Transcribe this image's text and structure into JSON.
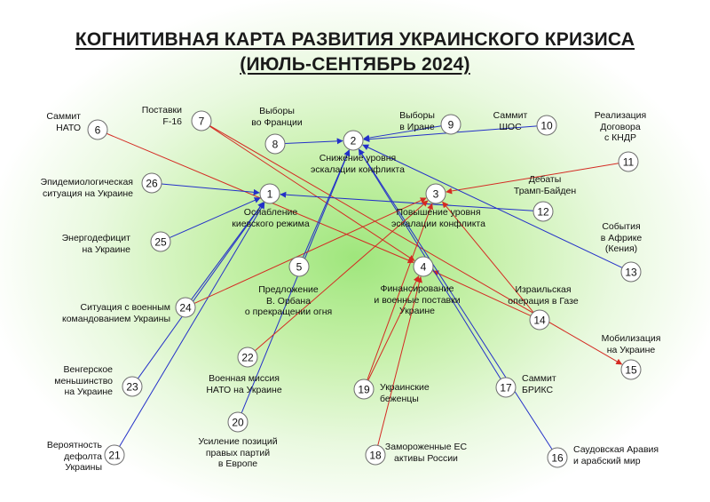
{
  "title": {
    "line1": "КОГНИТИВНАЯ КАРТА РАЗВИТИЯ УКРАИНСКОГО КРИЗИСА",
    "line2": "(ИЮЛЬ-СЕНТЯБРЬ 2024)"
  },
  "colors": {
    "blue": "#2330c8",
    "red": "#d42a22",
    "node_stroke": "#6e6e6e"
  },
  "nodes": [
    {
      "id": "1",
      "label": [
        "Ослабление",
        "киевского режима"
      ]
    },
    {
      "id": "2",
      "label": [
        "Снижение уровня",
        "эскалации конфликта"
      ]
    },
    {
      "id": "3",
      "label": [
        "Повышение уровня",
        "эскалации конфликта"
      ]
    },
    {
      "id": "4",
      "label": [
        "Финансирование",
        "и военные поставки",
        "Украине"
      ]
    },
    {
      "id": "5",
      "label": [
        "Предложение",
        "В. Орбана",
        "о прекращении огня"
      ]
    },
    {
      "id": "6",
      "label": [
        "Саммит",
        "НАТО"
      ]
    },
    {
      "id": "7",
      "label": [
        "Поставки",
        "F-16"
      ]
    },
    {
      "id": "8",
      "label": [
        "Выборы",
        "во Франции"
      ]
    },
    {
      "id": "9",
      "label": [
        "Выборы",
        "в Иране"
      ]
    },
    {
      "id": "10",
      "label": [
        "Саммит",
        "ШОС"
      ]
    },
    {
      "id": "11",
      "label": [
        "Реализация",
        "Договора",
        "с КНДР"
      ]
    },
    {
      "id": "12",
      "label": [
        "Дебаты",
        "Трамп-Байден"
      ]
    },
    {
      "id": "13",
      "label": [
        "События",
        "в Африке",
        "(Кения)"
      ]
    },
    {
      "id": "14",
      "label": [
        "Израильская",
        "операция в Газе"
      ]
    },
    {
      "id": "15",
      "label": [
        "Мобилизация",
        "на Украине"
      ]
    },
    {
      "id": "16",
      "label": [
        "Саудовская Аравия",
        "и арабский мир"
      ]
    },
    {
      "id": "17",
      "label": [
        "Саммит",
        "БРИКС"
      ]
    },
    {
      "id": "18",
      "label": [
        "Замороженные ЕС",
        "активы России"
      ]
    },
    {
      "id": "19",
      "label": [
        "Украинские",
        "беженцы"
      ]
    },
    {
      "id": "20",
      "label": [
        "Усиление позиций",
        "правых партий",
        "в Европе"
      ]
    },
    {
      "id": "21",
      "label": [
        "Вероятность",
        "дефолта",
        "Украины"
      ]
    },
    {
      "id": "22",
      "label": [
        "Военная миссия",
        "НАТО на Украине"
      ]
    },
    {
      "id": "23",
      "label": [
        "Венгерское",
        "меньшинство",
        "на Украине"
      ]
    },
    {
      "id": "24",
      "label": [
        "Ситуация с военным",
        "командованием Украины"
      ]
    },
    {
      "id": "25",
      "label": [
        "Энергодефицит",
        "на Украине"
      ]
    },
    {
      "id": "26",
      "label": [
        "Эпидемиологическая",
        "ситуация на Украине"
      ]
    }
  ],
  "edges": [
    {
      "from": "6",
      "to": "4",
      "color": "red"
    },
    {
      "from": "7",
      "to": "4",
      "color": "red"
    },
    {
      "from": "7",
      "to": "15",
      "color": "red"
    },
    {
      "from": "8",
      "to": "2",
      "color": "blue"
    },
    {
      "from": "9",
      "to": "2",
      "color": "blue"
    },
    {
      "from": "10",
      "to": "2",
      "color": "blue"
    },
    {
      "from": "11",
      "to": "3",
      "color": "red"
    },
    {
      "from": "12",
      "to": "1",
      "color": "blue"
    },
    {
      "from": "13",
      "to": "2",
      "color": "blue"
    },
    {
      "from": "14",
      "to": "3",
      "color": "red"
    },
    {
      "from": "14",
      "to": "4",
      "color": "red"
    },
    {
      "from": "17",
      "to": "2",
      "color": "blue"
    },
    {
      "from": "16",
      "to": "2",
      "color": "blue"
    },
    {
      "from": "18",
      "to": "4",
      "color": "red"
    },
    {
      "from": "19",
      "to": "4",
      "color": "red"
    },
    {
      "from": "19",
      "to": "3",
      "color": "red"
    },
    {
      "from": "20",
      "to": "2",
      "color": "blue"
    },
    {
      "from": "21",
      "to": "1",
      "color": "blue"
    },
    {
      "from": "22",
      "to": "3",
      "color": "red"
    },
    {
      "from": "23",
      "to": "1",
      "color": "blue"
    },
    {
      "from": "24",
      "to": "3",
      "color": "red"
    },
    {
      "from": "24",
      "to": "1",
      "color": "blue"
    },
    {
      "from": "25",
      "to": "1",
      "color": "blue"
    },
    {
      "from": "26",
      "to": "1",
      "color": "blue"
    },
    {
      "from": "5",
      "to": "2",
      "color": "blue"
    }
  ]
}
